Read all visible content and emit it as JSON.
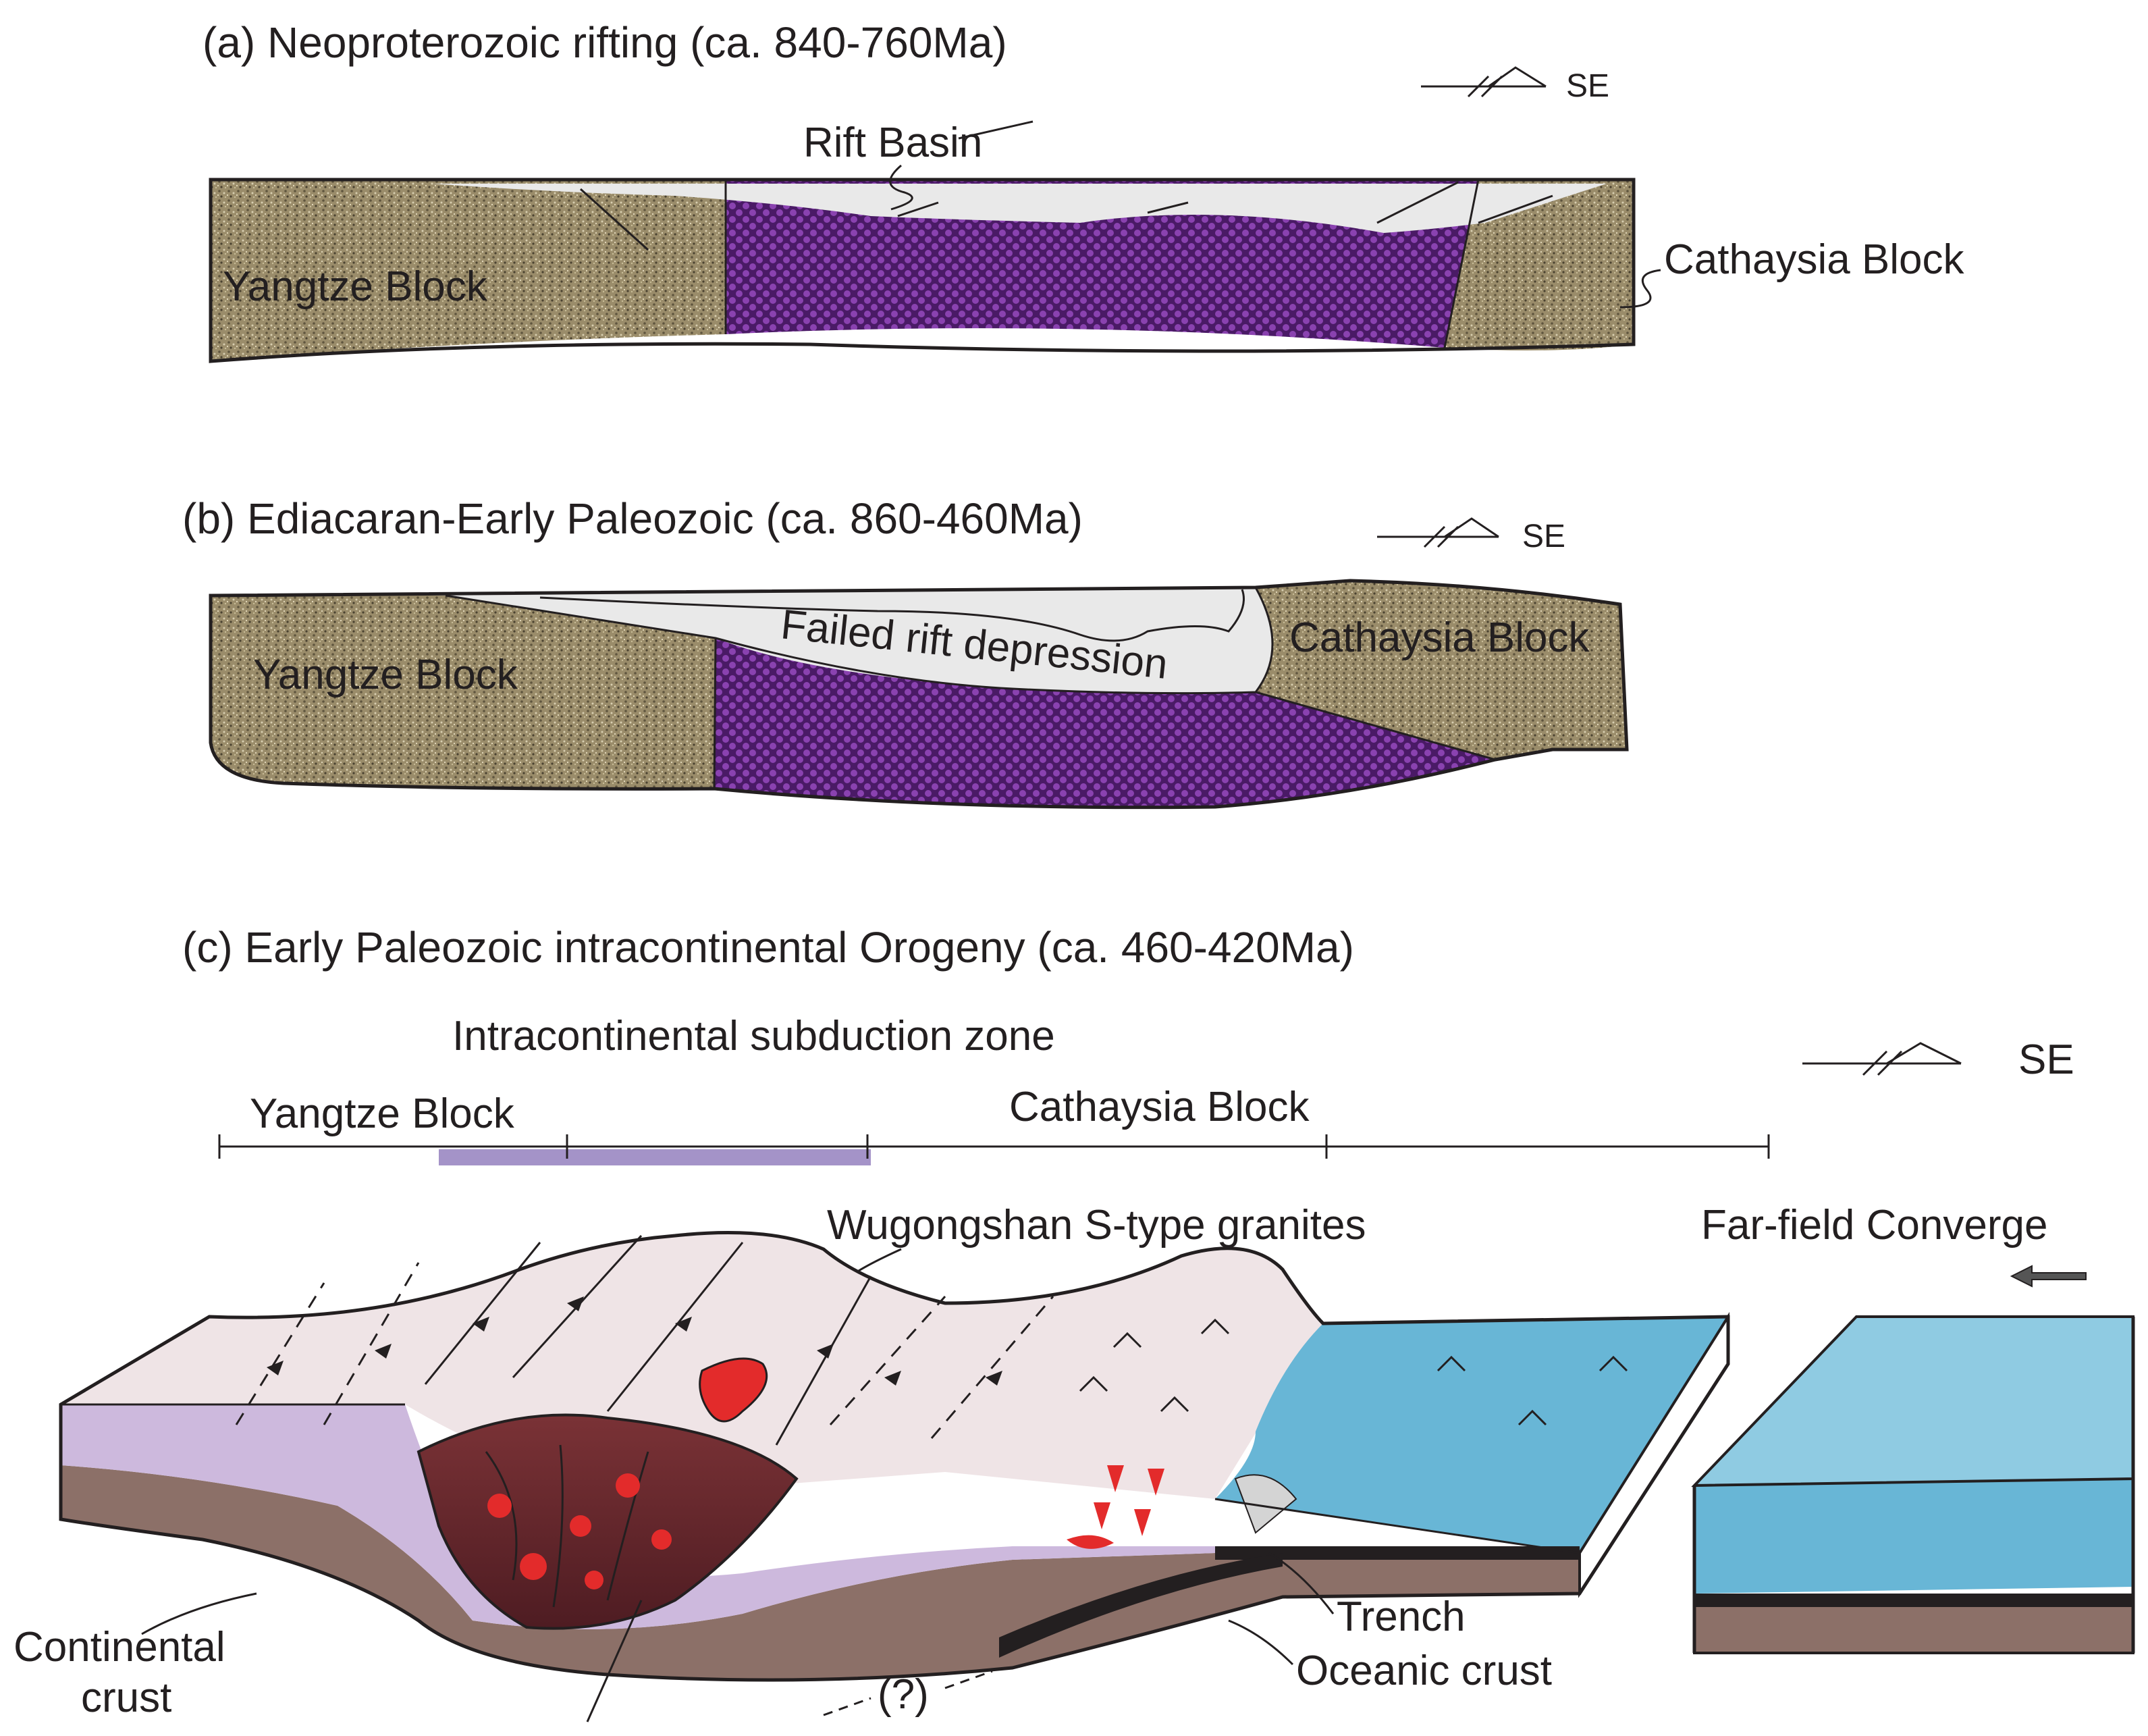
{
  "panel_a": {
    "title": "(a) Neoproterozoic rifting (ca. 840-760Ma)",
    "direction": "SE",
    "labels": {
      "rift_basin": "Rift Basin",
      "yangtze": "Yangtze Block",
      "cathaysia": "Cathaysia Block"
    }
  },
  "panel_b": {
    "title": "(b) Ediacaran-Early Paleozoic (ca. 860-460Ma)",
    "direction": "SE",
    "labels": {
      "yangtze": "Yangtze Block",
      "depression": "Failed rift depression",
      "cathaysia": "Cathaysia Block"
    }
  },
  "panel_c": {
    "title": "(c) Early Paleozoic intracontinental Orogeny (ca. 460-420Ma)",
    "direction": "SE",
    "labels": {
      "subduction_zone": "Intracontinental subduction zone",
      "yangtze": "Yangtze Block",
      "cathaysia": "Cathaysia Block",
      "granites": "Wugongshan S-type granites",
      "converge": "Far-field Converge",
      "continental_1": "Continental",
      "continental_2": "crust",
      "trench": "Trench",
      "oceanic": "Oceanic crust",
      "question": "(?)"
    }
  },
  "colors": {
    "block_fill": "#9a8c6a",
    "rift_purple": "#6a2c8c",
    "basin_fill": "#e9e9e9",
    "upper_crust": "#efe4e6",
    "mid_crust": "#cdb9dd",
    "lower_crust": "#8c7068",
    "ocean": "#68b6d6",
    "granite_red": "#e32b2b",
    "dome_dark": "#6e2a2e",
    "subduction_bar": "#a493c8"
  }
}
